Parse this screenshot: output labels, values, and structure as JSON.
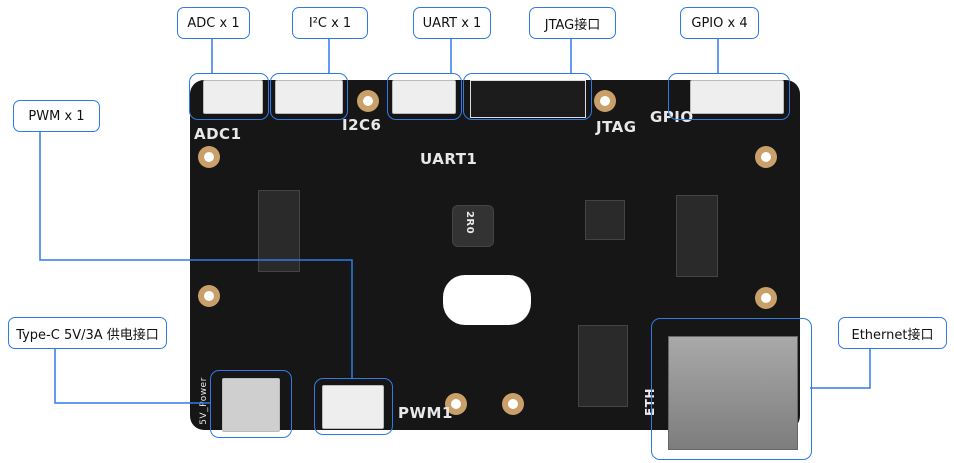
{
  "callouts": {
    "adc": "ADC x 1",
    "i2c": "I²C x 1",
    "uart": "UART x 1",
    "jtag": "JTAG接口",
    "gpio": "GPIO x 4",
    "pwm": "PWM x 1",
    "typec": "Type-C 5V/3A 供电接口",
    "ethernet": "Ethernet接口"
  },
  "silkscreen": {
    "adc": "ADC1",
    "i2c": "I2C6",
    "uart": "UART1",
    "jtag": "JTAG",
    "gpio": "GPIO",
    "pwm": "PWM1",
    "eth": "ETH",
    "power": "5V_Power",
    "inductor": "2R0"
  },
  "colors": {
    "accent": "#2f7be6",
    "board": "#161616"
  }
}
